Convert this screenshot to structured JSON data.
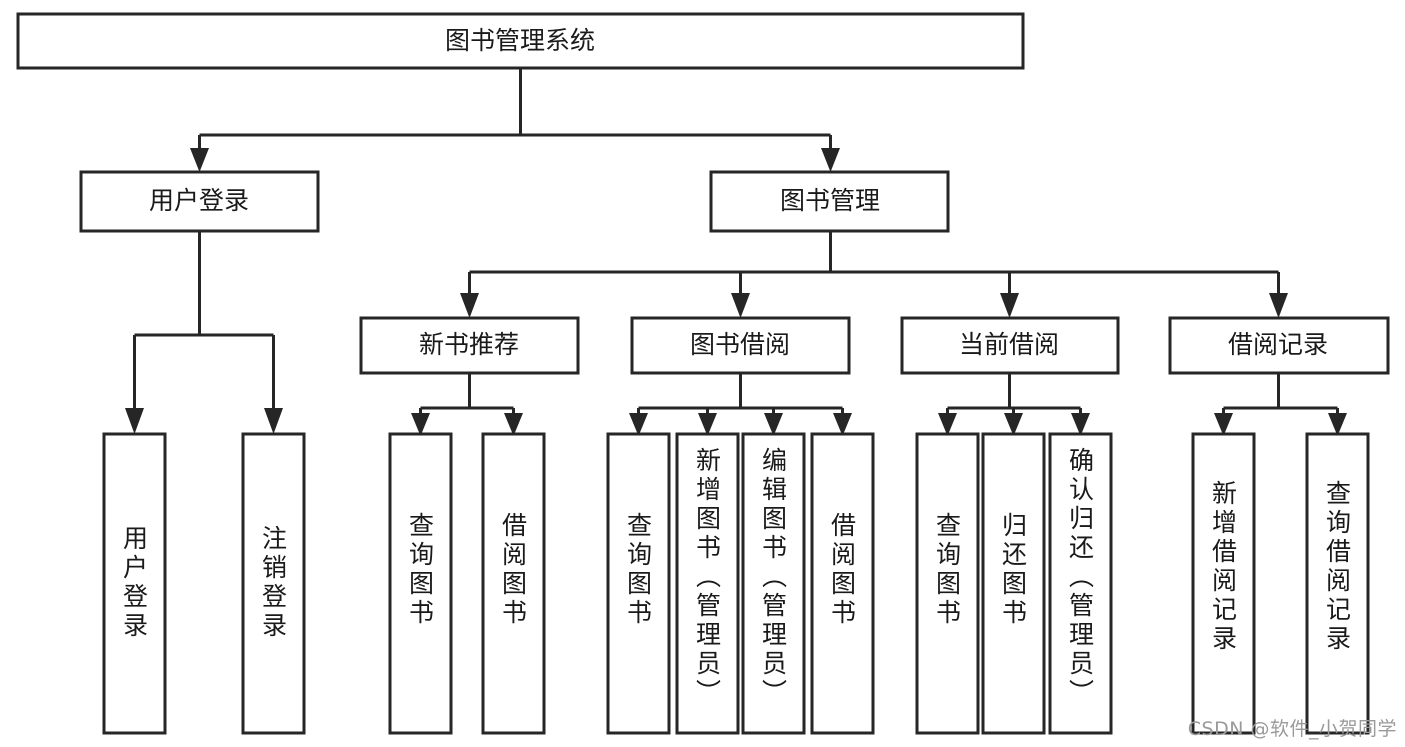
{
  "diagram": {
    "type": "tree-hierarchy",
    "title": "图书管理系统",
    "orientation": "top-down",
    "colors": {
      "box_fill": "#ffffff",
      "box_stroke": "#262626",
      "text": "#1a1a1a",
      "watermark": "#9a9a9a",
      "background": "#ffffff"
    },
    "levels": {
      "root": {
        "label": "图书管理系统"
      },
      "level2": [
        {
          "label": "用户登录"
        },
        {
          "label": "图书管理"
        }
      ],
      "level3": [
        {
          "label": "新书推荐"
        },
        {
          "label": "图书借阅"
        },
        {
          "label": "当前借阅"
        },
        {
          "label": "借阅记录"
        }
      ],
      "leaves": {
        "user_login": [
          {
            "label": "用户登录"
          },
          {
            "label": "注销登录"
          }
        ],
        "new_book_recommend": [
          {
            "label": "查询图书"
          },
          {
            "label": "借阅图书"
          }
        ],
        "book_borrow": [
          {
            "label": "查询图书"
          },
          {
            "label": "新增图书（管理员）"
          },
          {
            "label": "编辑图书（管理员）"
          },
          {
            "label": "借阅图书"
          }
        ],
        "current_borrow": [
          {
            "label": "查询图书"
          },
          {
            "label": "归还图书"
          },
          {
            "label": "确认归还（管理员）"
          }
        ],
        "borrow_record": [
          {
            "label": "新增借阅记录"
          },
          {
            "label": "查询借阅记录"
          }
        ]
      }
    },
    "watermark": "CSDN @软件_小贺同学"
  }
}
